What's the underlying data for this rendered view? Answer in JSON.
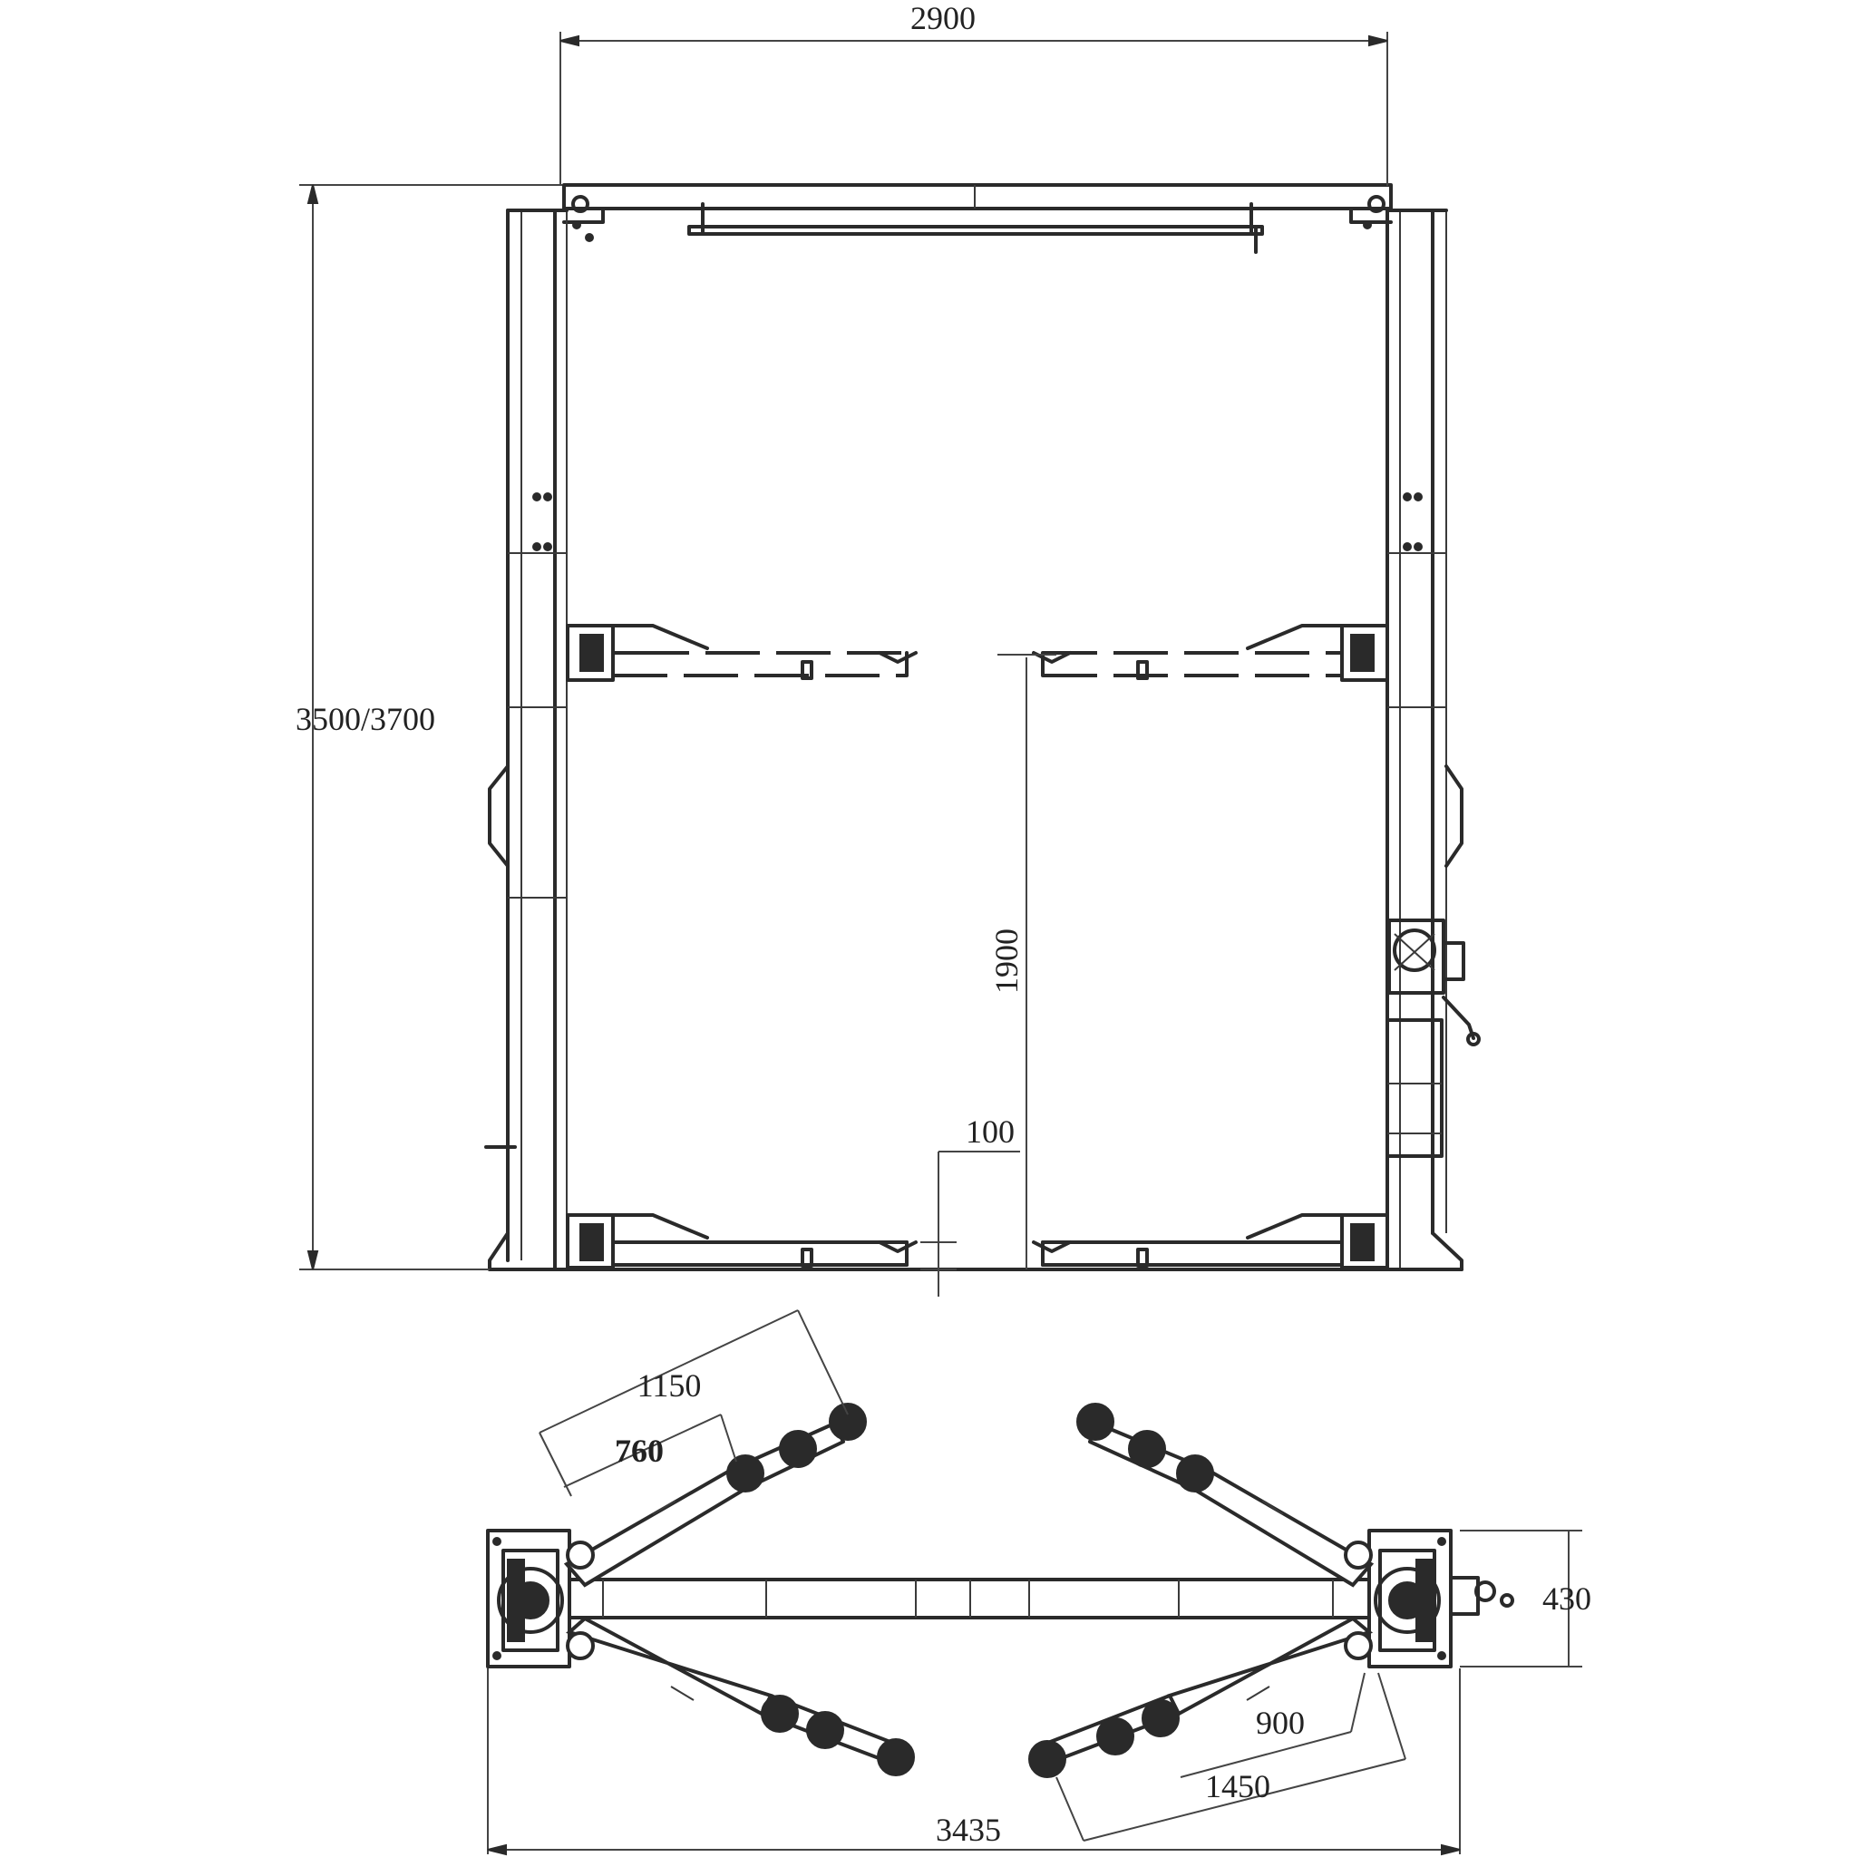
{
  "dimensions": {
    "overall_width_top": "2900",
    "overall_height": "3500/3700",
    "lift_height": "1900",
    "min_height": "100",
    "arm_long_top": "1150",
    "arm_short_top": "760",
    "column_depth": "430",
    "arm_short_bottom": "900",
    "arm_long_bottom": "1450",
    "overall_width_bottom": "3435"
  }
}
